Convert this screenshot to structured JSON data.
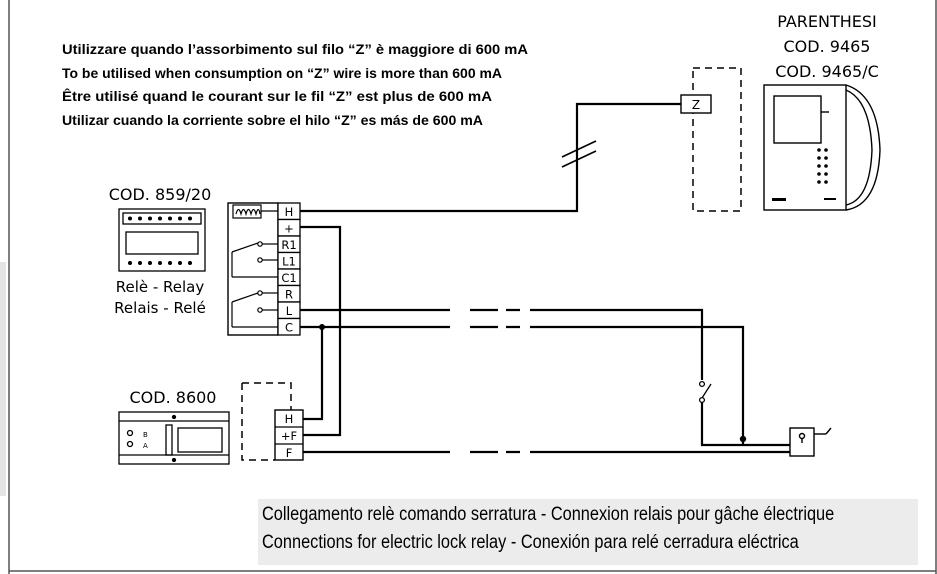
{
  "notes": [
    "Utilizzare quando l’assorbimento sul filo “Z” è maggiore di 600 mA",
    "To be utilised when consumption on “Z” wire is more than 600 mA",
    "Être utilisé quand le courant sur le fil “Z” est plus de 600 mA",
    "Utilizar cuando la corriente sobre el hilo “Z” es más de 600 mA"
  ],
  "monitor": {
    "title": "PARENTHESI",
    "code1": "COD. 9465",
    "code2": "COD. 9465/C",
    "terminal": "Z"
  },
  "relay": {
    "code": "COD. 859/20",
    "name_line1": "Relè - Relay",
    "name_line2": "Relais - Relé",
    "terminals": [
      "H",
      "+",
      "R1",
      "L1",
      "C1",
      "R",
      "L",
      "C"
    ]
  },
  "power_supply": {
    "code": "COD. 8600",
    "label_b": "B",
    "label_a": "A",
    "terminals": [
      "H",
      "+F",
      "F"
    ]
  },
  "caption": {
    "line1": "Collegamento relè comando serratura - Connexion relais pour gâche électrique",
    "line2": "Connections for electric lock relay - Conexión para relé cerradura eléctrica"
  },
  "icons": [
    "coil-icon",
    "relay-contact-icon",
    "push-button-icon",
    "electric-lock-icon",
    "wire-break-icon"
  ],
  "colors": {
    "line": "#000000",
    "caption_bg": "#ececec",
    "frame": "#555555"
  }
}
